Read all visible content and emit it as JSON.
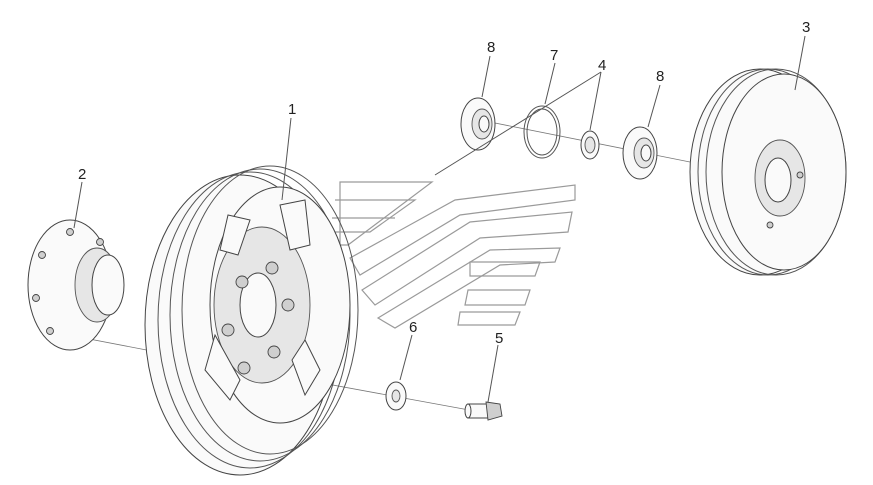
{
  "callouts": {
    "c1": "1",
    "c2": "2",
    "c3": "3",
    "c4": "4",
    "c5": "5",
    "c6": "6",
    "c7": "7",
    "c8a": "8",
    "c8b": "8"
  },
  "colors": {
    "line": "#444444",
    "background": "#ffffff",
    "watermark": "#9a9a9a"
  }
}
